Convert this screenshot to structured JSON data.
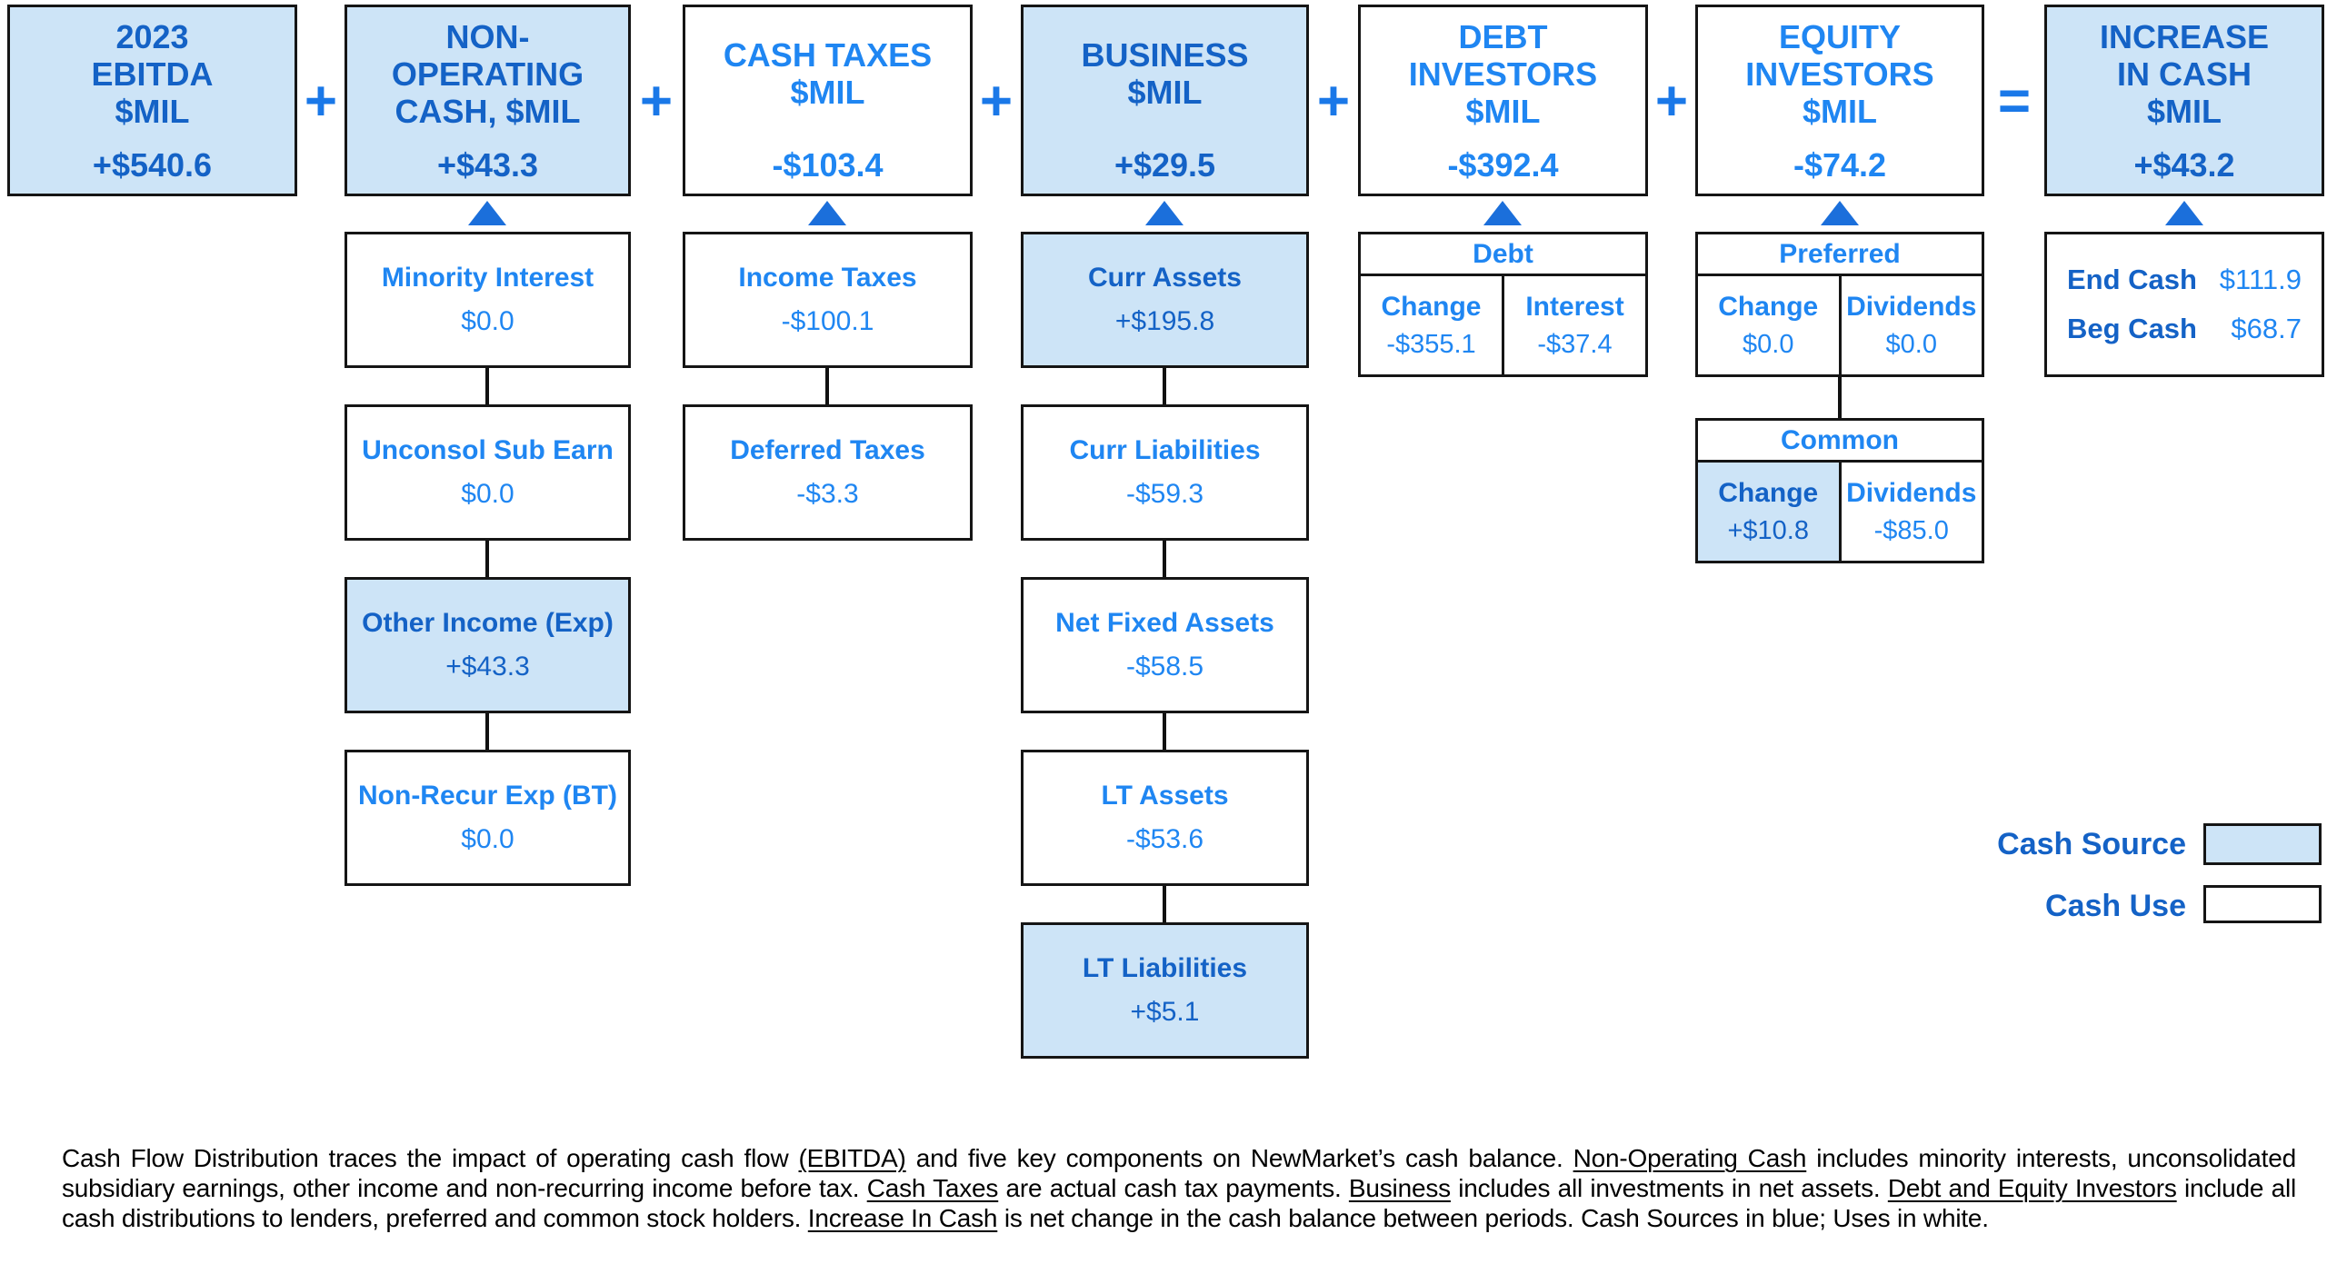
{
  "palette": {
    "source_fill": "#cde4f7",
    "use_fill": "#ffffff",
    "bright_blue": "#1f86f2",
    "dark_blue": "#1462c6",
    "line_black": "#151515"
  },
  "top_row": [
    {
      "title": "2023\nEBITDA\n$MIL",
      "value": "+$540.6",
      "style": "source"
    },
    {
      "title": "NON-\nOPERATING\nCASH, $MIL",
      "value": "+$43.3",
      "style": "source"
    },
    {
      "title": "CASH TAXES\n$MIL",
      "value": "-$103.4",
      "style": "use"
    },
    {
      "title": "BUSINESS\n$MIL",
      "value": "+$29.5",
      "style": "source"
    },
    {
      "title": "DEBT\nINVESTORS\n$MIL",
      "value": "-$392.4",
      "style": "use"
    },
    {
      "title": "EQUITY\nINVESTORS\n$MIL",
      "value": "-$74.2",
      "style": "use"
    },
    {
      "title": "INCREASE\nIN CASH\n$MIL",
      "value": "+$43.2",
      "style": "source"
    }
  ],
  "operators": [
    "+",
    "+",
    "+",
    "+",
    "+",
    "="
  ],
  "non_operating_detail": [
    {
      "label": "Minority Interest",
      "value": "$0.0",
      "style": "use"
    },
    {
      "label": "Unconsol Sub Earn",
      "value": "$0.0",
      "style": "use"
    },
    {
      "label": "Other Income (Exp)",
      "value": "+$43.3",
      "style": "source"
    },
    {
      "label": "Non-Recur Exp (BT)",
      "value": "$0.0",
      "style": "use"
    }
  ],
  "cash_taxes_detail": [
    {
      "label": "Income Taxes",
      "value": "-$100.1",
      "style": "use"
    },
    {
      "label": "Deferred Taxes",
      "value": "-$3.3",
      "style": "use"
    }
  ],
  "business_detail": [
    {
      "label": "Curr Assets",
      "value": "+$195.8",
      "style": "source"
    },
    {
      "label": "Curr Liabilities",
      "value": "-$59.3",
      "style": "use"
    },
    {
      "label": "Net Fixed Assets",
      "value": "-$58.5",
      "style": "use"
    },
    {
      "label": "LT Assets",
      "value": "-$53.6",
      "style": "use"
    },
    {
      "label": "LT Liabilities",
      "value": "+$5.1",
      "style": "source"
    }
  ],
  "debt_table": {
    "header": "Debt",
    "cells": [
      {
        "label": "Change",
        "value": "-$355.1",
        "style": "use"
      },
      {
        "label": "Interest",
        "value": "-$37.4",
        "style": "use"
      }
    ]
  },
  "preferred_table": {
    "header": "Preferred",
    "cells": [
      {
        "label": "Change",
        "value": "$0.0",
        "style": "use"
      },
      {
        "label": "Dividends",
        "value": "$0.0",
        "style": "use"
      }
    ]
  },
  "common_table": {
    "header": "Common",
    "cells": [
      {
        "label": "Change",
        "value": "+$10.8",
        "style": "source"
      },
      {
        "label": "Dividends",
        "value": "-$85.0",
        "style": "use"
      }
    ]
  },
  "cash_summary": {
    "rows": [
      {
        "label": "End Cash",
        "value": "$111.9"
      },
      {
        "label": "Beg Cash",
        "value": "$68.7"
      }
    ]
  },
  "legend": {
    "source_label": "Cash Source",
    "use_label": "Cash Use"
  },
  "footnote": {
    "segments": [
      {
        "text": "Cash Flow Distribution traces the impact of operating cash flow ",
        "underline": false
      },
      {
        "text": "(EBITDA)",
        "underline": true
      },
      {
        "text": " and five key components on NewMarket’s cash balance. ",
        "underline": false
      },
      {
        "text": "Non-Operating Cash",
        "underline": true
      },
      {
        "text": " includes minority interests, unconsolidated subsidiary earnings, other income and non-recurring income before tax. ",
        "underline": false
      },
      {
        "text": "Cash Taxes",
        "underline": true
      },
      {
        "text": " are actual cash tax payments. ",
        "underline": false
      },
      {
        "text": "Business",
        "underline": true
      },
      {
        "text": " includes all investments in net assets. ",
        "underline": false
      },
      {
        "text": "Debt and Equity Investors",
        "underline": true
      },
      {
        "text": " include all cash distributions to lenders, preferred and common stock holders. ",
        "underline": false
      },
      {
        "text": "Increase In Cash",
        "underline": true
      },
      {
        "text": " is net change in the cash balance between periods. Cash Sources in blue; Uses in white.",
        "underline": false
      }
    ]
  }
}
